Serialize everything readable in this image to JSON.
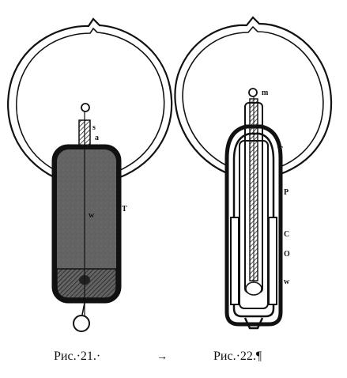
{
  "figures": [
    {
      "caption": "Рис.·21.·",
      "labels": {
        "s": "s",
        "a": "a",
        "w": "w",
        "T": "T"
      }
    },
    {
      "caption": "Рис.·22.¶",
      "labels": {
        "m": "m",
        "T": "T",
        "P": "P",
        "C": "C",
        "O": "O",
        "w": "w"
      }
    }
  ],
  "separator_glyph": "→"
}
